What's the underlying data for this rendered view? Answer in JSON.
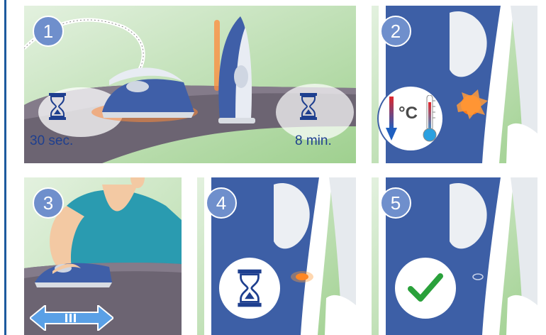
{
  "colors": {
    "accent_blue": "#1d5a9e",
    "badge_blue": "#6f8fcc",
    "check_green": "#2aa13b",
    "hot_orange": "#ff7a18",
    "panel_green": "#cfe6c8"
  },
  "panels": [
    {
      "step": "1",
      "captions": {
        "left_time": "30 sec.",
        "right_time": "8 min."
      },
      "icons": [
        "hourglass-icon",
        "hourglass-icon"
      ]
    },
    {
      "step": "2",
      "icons": [
        "thermometer-icon"
      ],
      "temperature_label": "°C"
    },
    {
      "step": "3",
      "icons": [
        "double-arrow-icon"
      ]
    },
    {
      "step": "4",
      "icons": [
        "hourglass-icon"
      ]
    },
    {
      "step": "5",
      "icons": [
        "checkmark-icon"
      ]
    }
  ]
}
